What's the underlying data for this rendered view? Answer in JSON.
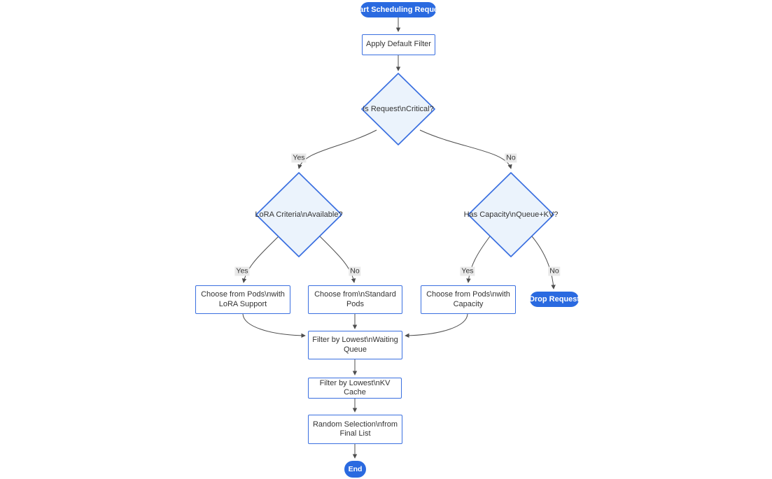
{
  "diagram": {
    "type": "flowchart",
    "direction": "top-down"
  },
  "colors": {
    "accent_blue": "#2a6ae0",
    "node_border": "#3a6fe0",
    "node_fill": "#ffffff",
    "diamond_fill": "#ebf3fc",
    "edge_color": "#4d4d4d",
    "edge_label_bg": "#e9e9e9",
    "text_dark": "#333333",
    "text_light": "#ffffff"
  },
  "nodes": {
    "start": {
      "shape": "stadium",
      "lines": [
        "Start Scheduling Request"
      ]
    },
    "apply_filter": {
      "shape": "rect",
      "lines": [
        "Apply Default Filter"
      ]
    },
    "is_critical": {
      "shape": "diamond",
      "lines": [
        "Is Request\\nCritical?"
      ]
    },
    "lora_criteria": {
      "shape": "diamond",
      "lines": [
        "LoRA Criteria\\nAvailable?"
      ]
    },
    "has_capacity": {
      "shape": "diamond",
      "lines": [
        "Has Capacity\\nQueue+KV?"
      ]
    },
    "choose_lora": {
      "shape": "rect",
      "lines": [
        "Choose from Pods\\nwith",
        "LoRA Support"
      ]
    },
    "choose_standard": {
      "shape": "rect",
      "lines": [
        "Choose from\\nStandard",
        "Pods"
      ]
    },
    "choose_capacity": {
      "shape": "rect",
      "lines": [
        "Choose from Pods\\nwith",
        "Capacity"
      ]
    },
    "drop_request": {
      "shape": "stadium",
      "lines": [
        "Drop Request"
      ]
    },
    "filter_queue": {
      "shape": "rect",
      "lines": [
        "Filter by Lowest\\nWaiting",
        "Queue"
      ]
    },
    "filter_kv": {
      "shape": "rect",
      "lines": [
        "Filter by Lowest\\nKV Cache"
      ]
    },
    "random_selection": {
      "shape": "rect",
      "lines": [
        "Random Selection\\nfrom",
        "Final List"
      ]
    },
    "end": {
      "shape": "stadium",
      "lines": [
        "End"
      ]
    }
  },
  "edge_labels": {
    "critical_yes": "Yes",
    "critical_no": "No",
    "lora_yes": "Yes",
    "lora_no": "No",
    "capacity_yes": "Yes",
    "capacity_no": "No"
  }
}
